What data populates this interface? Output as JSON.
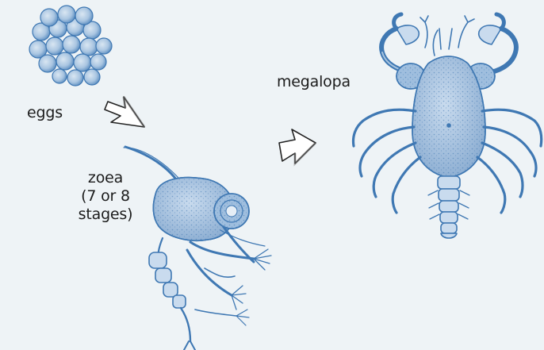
{
  "stages": {
    "eggs": "eggs",
    "zoea_line1": "zoea",
    "zoea_line2": "(7 or 8",
    "zoea_line3": "stages)",
    "megalopa": "megalopa"
  },
  "colors": {
    "background": "#eef3f6",
    "illustration": "#3f78b3",
    "illustration_light": "#a8c4df",
    "text": "#1c1c1c"
  },
  "icons": [
    "egg-cluster-icon",
    "zoea-larva-icon",
    "megalopa-larva-icon",
    "arrow-icon"
  ]
}
